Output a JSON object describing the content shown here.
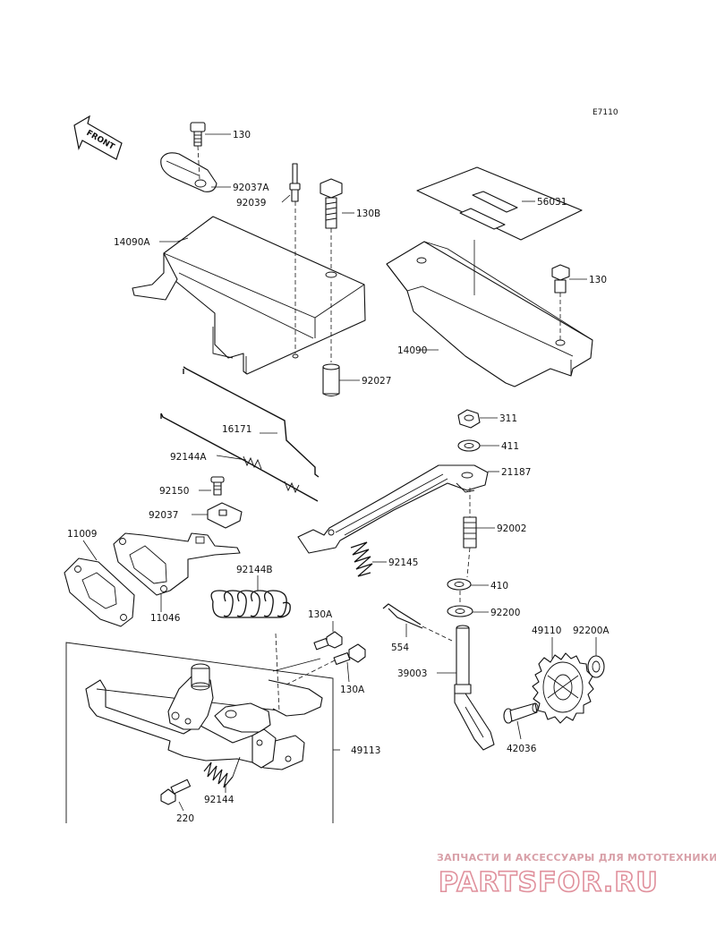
{
  "diagram_code": "E7110",
  "front_arrow": "FRONT",
  "watermark": {
    "line1": "ЗАПЧАСТИ И АКСЕССУАРЫ ДЛЯ МОТОТЕХНИКИ",
    "line2": "PARTSFOR.RU"
  },
  "parts": {
    "p130_a": "130",
    "p92037A": "92037A",
    "p92039": "92039",
    "p130B": "130B",
    "p14090A": "14090A",
    "p56031": "56031",
    "p130_b": "130",
    "p14090": "14090",
    "p92027": "92027",
    "p16171": "16171",
    "p92144A": "92144A",
    "p311": "311",
    "p411": "411",
    "p21187": "21187",
    "p92150": "92150",
    "p92037": "92037",
    "p92002": "92002",
    "p11009": "11009",
    "p92145": "92145",
    "p92144B": "92144B",
    "p410": "410",
    "p11046": "11046",
    "p92200": "92200",
    "p130A_a": "130A",
    "p554": "554",
    "p49110": "49110",
    "p92200A": "92200A",
    "p39003": "39003",
    "p130A_b": "130A",
    "p42036": "42036",
    "p49113": "49113",
    "p92144": "92144",
    "p220": "220"
  }
}
